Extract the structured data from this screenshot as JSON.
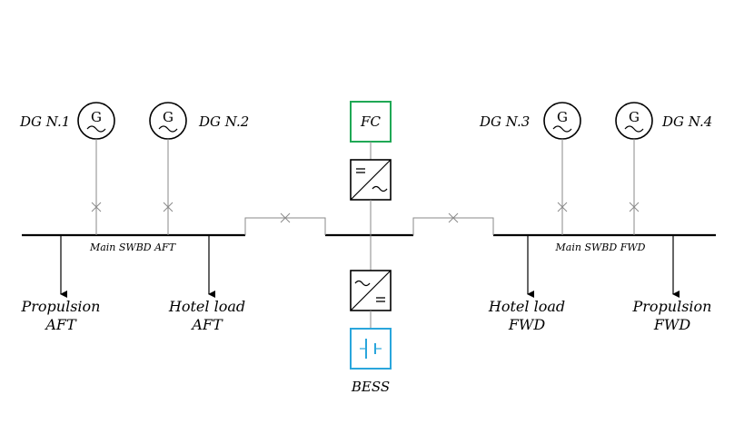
{
  "generators": [
    {
      "id": "dg1",
      "label": "DG N.1",
      "symbol": "G"
    },
    {
      "id": "dg2",
      "label": "DG N.2",
      "symbol": "G"
    },
    {
      "id": "dg3",
      "label": "DG N.3",
      "symbol": "G"
    },
    {
      "id": "dg4",
      "label": "DG N.4",
      "symbol": "G"
    }
  ],
  "fuel_cell": {
    "label": "FC",
    "color": "#1fa855"
  },
  "battery": {
    "label": "BESS",
    "color": "#2aa6dc"
  },
  "switchboards": {
    "aft": "Main SWBD AFT",
    "fwd": "Main SWBD FWD"
  },
  "loads": {
    "propulsion_aft": {
      "line1": "Propulsion",
      "line2": "AFT"
    },
    "hotel_aft": {
      "line1": "Hotel load",
      "line2": "AFT"
    },
    "hotel_fwd": {
      "line1": "Hotel load",
      "line2": "FWD"
    },
    "propulsion_fwd": {
      "line1": "Propulsion",
      "line2": "FWD"
    }
  }
}
